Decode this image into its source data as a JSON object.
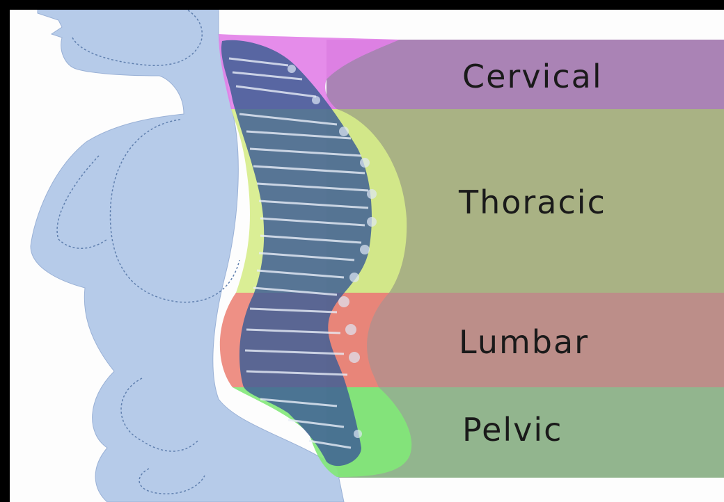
{
  "regions": [
    {
      "key": "cervical",
      "label": "Cervical",
      "color": "#9b6da8"
    },
    {
      "key": "thoracic",
      "label": "Thoracic",
      "color": "#9aa46f"
    },
    {
      "key": "lumbar",
      "label": "Lumbar",
      "color": "#b07a74"
    },
    {
      "key": "pelvic",
      "label": "Pelvic",
      "color": "#7fa87a"
    }
  ],
  "highlight_colors": {
    "cervical": "#e27fe8",
    "thoracic": "#d6ec8a",
    "lumbar": "#ec8478",
    "pelvic": "#82e878"
  },
  "body_color": "#b6cbe9",
  "spine_color": "#3f5f95"
}
